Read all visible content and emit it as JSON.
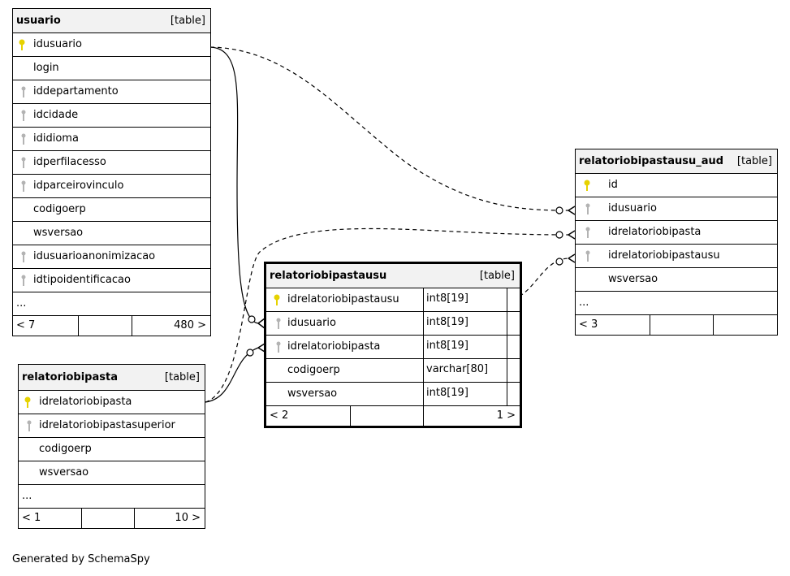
{
  "tables": {
    "usuario": {
      "name": "usuario",
      "type": "[table]",
      "columns": [
        {
          "name": "idusuario",
          "key": "primary"
        },
        {
          "name": "login",
          "key": "none"
        },
        {
          "name": "iddepartamento",
          "key": "foreign"
        },
        {
          "name": "idcidade",
          "key": "foreign"
        },
        {
          "name": "ididioma",
          "key": "foreign"
        },
        {
          "name": "idperfilacesso",
          "key": "foreign"
        },
        {
          "name": "idparceirovinculo",
          "key": "foreign"
        },
        {
          "name": "codigoerp",
          "key": "none"
        },
        {
          "name": "wsversao",
          "key": "none"
        },
        {
          "name": "idusuarioanonimizacao",
          "key": "foreign"
        },
        {
          "name": "idtipoidentificacao",
          "key": "foreign"
        }
      ],
      "more": "...",
      "parents": "< 7",
      "children": "480 >"
    },
    "relatoriobipasta": {
      "name": "relatoriobipasta",
      "type": "[table]",
      "columns": [
        {
          "name": "idrelatoriobipasta",
          "key": "primary"
        },
        {
          "name": "idrelatoriobipastasuperior",
          "key": "foreign"
        },
        {
          "name": "codigoerp",
          "key": "none"
        },
        {
          "name": "wsversao",
          "key": "none"
        }
      ],
      "more": "...",
      "parents": "< 1",
      "children": "10 >"
    },
    "relatoriobipastausu": {
      "name": "relatoriobipastausu",
      "type": "[table]",
      "columns": [
        {
          "name": "idrelatoriobipastausu",
          "key": "primary",
          "type": "int8[19]"
        },
        {
          "name": "idusuario",
          "key": "foreign",
          "type": "int8[19]"
        },
        {
          "name": "idrelatoriobipasta",
          "key": "foreign",
          "type": "int8[19]"
        },
        {
          "name": "codigoerp",
          "key": "none",
          "type": "varchar[80]"
        },
        {
          "name": "wsversao",
          "key": "none",
          "type": "int8[19]"
        }
      ],
      "parents": "< 2",
      "children": "1 >"
    },
    "relatoriobipastausu_aud": {
      "name": "relatoriobipastausu_aud",
      "type": "[table]",
      "columns": [
        {
          "name": "id",
          "key": "primary"
        },
        {
          "name": "idusuario",
          "key": "foreign"
        },
        {
          "name": "idrelatoriobipasta",
          "key": "foreign"
        },
        {
          "name": "idrelatoriobipastausu",
          "key": "foreign"
        },
        {
          "name": "wsversao",
          "key": "none"
        }
      ],
      "more": "...",
      "parents": "< 3"
    }
  },
  "colors": {
    "primary_key": "#e6d200",
    "foreign_key": "#b3b3b3",
    "header_bg": "#f2f2f2"
  },
  "footer": "Generated by SchemaSpy"
}
